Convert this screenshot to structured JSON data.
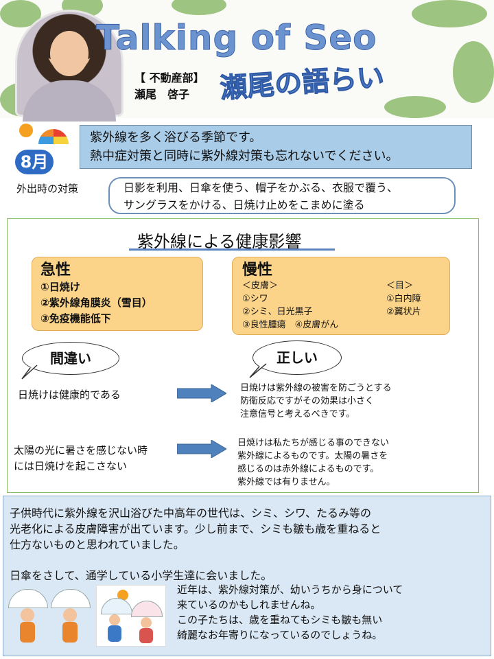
{
  "header": {
    "title_en": "Talking of Seo",
    "department": "【 不動産部】",
    "author": "瀬尾　啓子",
    "title_jp": "瀬尾の語らい"
  },
  "month_badge": "8月",
  "notice": {
    "line1": "紫外線を多く浴びる季節です。",
    "line2": "熱中症対策と同時に紫外線対策も忘れないでください。"
  },
  "outdoor": {
    "label": "外出時の対策",
    "line1": "日影を利用、日傘を使う、帽子をかぶる、衣服で覆う、",
    "line2": "サングラスをかける、日焼け止めをこまめに塗る"
  },
  "health": {
    "title": "紫外線による健康影響",
    "acute": {
      "heading": "急性",
      "items": [
        "①日焼け",
        "②紫外線角膜炎（雪目）",
        "③免疫機能低下"
      ]
    },
    "chronic": {
      "heading": "慢性",
      "skin_label": "＜皮膚＞",
      "skin_items": [
        "①シワ",
        "②シミ、日光黒子",
        "③良性腫瘍　④皮膚がん"
      ],
      "eye_label": "＜目＞",
      "eye_items": [
        "①白内障",
        "②翼状片"
      ]
    }
  },
  "myths": {
    "wrong_label": "間違い",
    "right_label": "正しい",
    "wrong1": "日焼けは健康的である",
    "right1": [
      "日焼けは紫外線の被害を防ごうとする",
      "防衛反応ですがその効果は小さく",
      "注意信号と考えるべきです。"
    ],
    "wrong2": [
      "太陽の光に暑さを感じない時",
      "には日焼けを起こさない"
    ],
    "right2": [
      "日焼けは私たちが感じる事のできない",
      "紫外線によるものです。太陽の暑さを",
      "感じるのは赤外線によるものです。",
      "紫外線では有りません。"
    ]
  },
  "bottom": {
    "para1": [
      "子供時代に紫外線を沢山浴びた中高年の世代は、シミ、シワ、たるみ等の",
      "光老化による皮膚障害が出ています。少し前まで、シミも皺も歳を重ねると",
      "仕方ないものと思われていました。"
    ],
    "para2": "日傘をさして、通学している小学生達に会いました。",
    "para3": [
      "近年は、紫外線対策が、幼いうちから身について",
      "来ているのかもしれませんね。",
      "この子たちは、歳を重ねてもシミも皺も無い",
      "綺麗なお年寄りになっているのでしょうね。"
    ]
  },
  "colors": {
    "title_blue": "#6b93cf",
    "notice_bg": "#a9cce8",
    "panel_orange": "#fbd48a",
    "bottom_bg": "#dae7f4",
    "arrow_blue": "#4f81bd"
  }
}
